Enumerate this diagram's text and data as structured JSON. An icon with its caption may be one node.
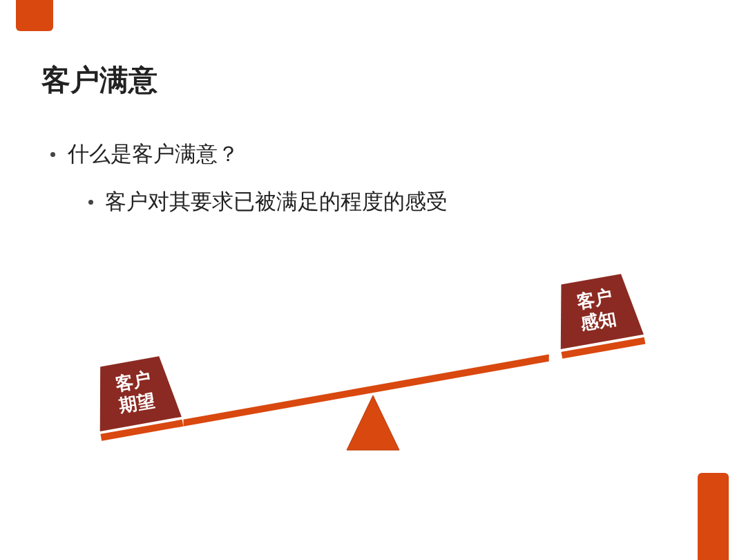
{
  "diagram": {
    "title": "客户满意",
    "nodes": [
      {
        "text": [
          "客户期望"
        ]
      },
      {
        "text": [
          "客户感知"
        ]
      }
    ],
    "labels": [
      "什么是客户满意？",
      "客户对其要求已被满足的程度的感受"
    ]
  }
}
